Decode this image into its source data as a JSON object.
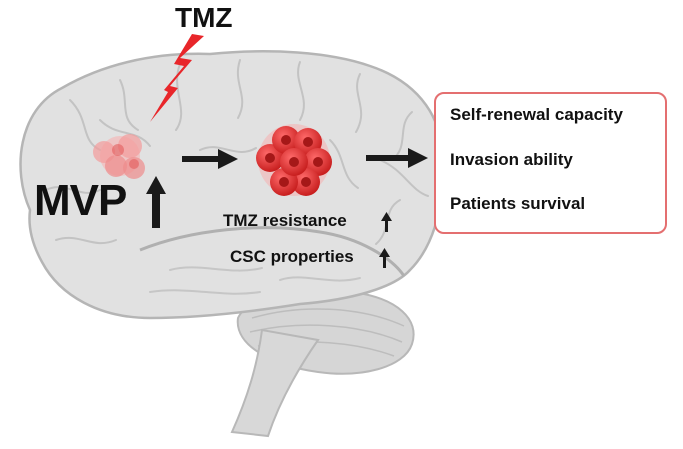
{
  "drug_label": "TMZ",
  "condition_label": "MVP",
  "tumor_effects": [
    "TMZ resistance",
    "CSC properties"
  ],
  "outcomes": [
    {
      "label": "Self-renewal capacity",
      "direction": "up"
    },
    {
      "label": "Invasion ability",
      "direction": "up"
    },
    {
      "label": "Patients survival",
      "direction": "down"
    }
  ],
  "colors": {
    "lightning": "#e8262a",
    "tumor": "#e53535",
    "box_border": "#e46f70",
    "brain": "#dcdcdc",
    "arrow": "#1a1a1a"
  },
  "icons": [
    "lightning-icon",
    "brain-illustration",
    "tumor-small-icon",
    "tumor-large-icon"
  ]
}
